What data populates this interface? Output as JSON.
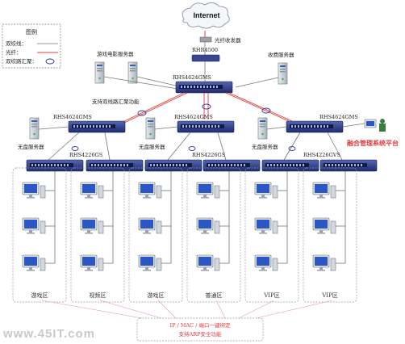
{
  "internet": "Internet",
  "legend": {
    "title": "图例",
    "items": [
      {
        "label": "双绞线：",
        "kind": "twisted",
        "color": "#777777"
      },
      {
        "label": "光纤：",
        "kind": "fiber",
        "color": "#e03c3c"
      },
      {
        "label": "双绞路汇聚：",
        "kind": "aggregate",
        "color": "#2a3a9a"
      }
    ]
  },
  "fiber_transceiver": "光纤收发器",
  "router": "RHR4500",
  "game_movie_server": "游戏电影服务器",
  "billing_server": "收费服务器",
  "core_switch": "RHS4624GMS",
  "trunk_note": "支持双线路汇聚功能",
  "agg_switch": "RHS4624GMS",
  "diskless_server": "无盘服务器",
  "access_switch_1": "RHS4226GS",
  "access_switch_2": "RHS4226GS",
  "access_switch_3": "RHS4226GVS",
  "mgmt_platform": "融合管理系统平台",
  "zones": [
    "游戏区",
    "视频区",
    "游戏区",
    "普通区",
    "VIP区",
    "VIP区"
  ],
  "security_note": [
    "IP / MAC / 端口一键绑定",
    "支持ARP安全功能"
  ],
  "watermark": "www.45IT.com",
  "colors": {
    "switch": "#2d3f8c",
    "fiber": "#e03c3c",
    "cable": "#777777",
    "mgmt_text": "#e03c3c",
    "aggregate": "#2a3a9a"
  }
}
